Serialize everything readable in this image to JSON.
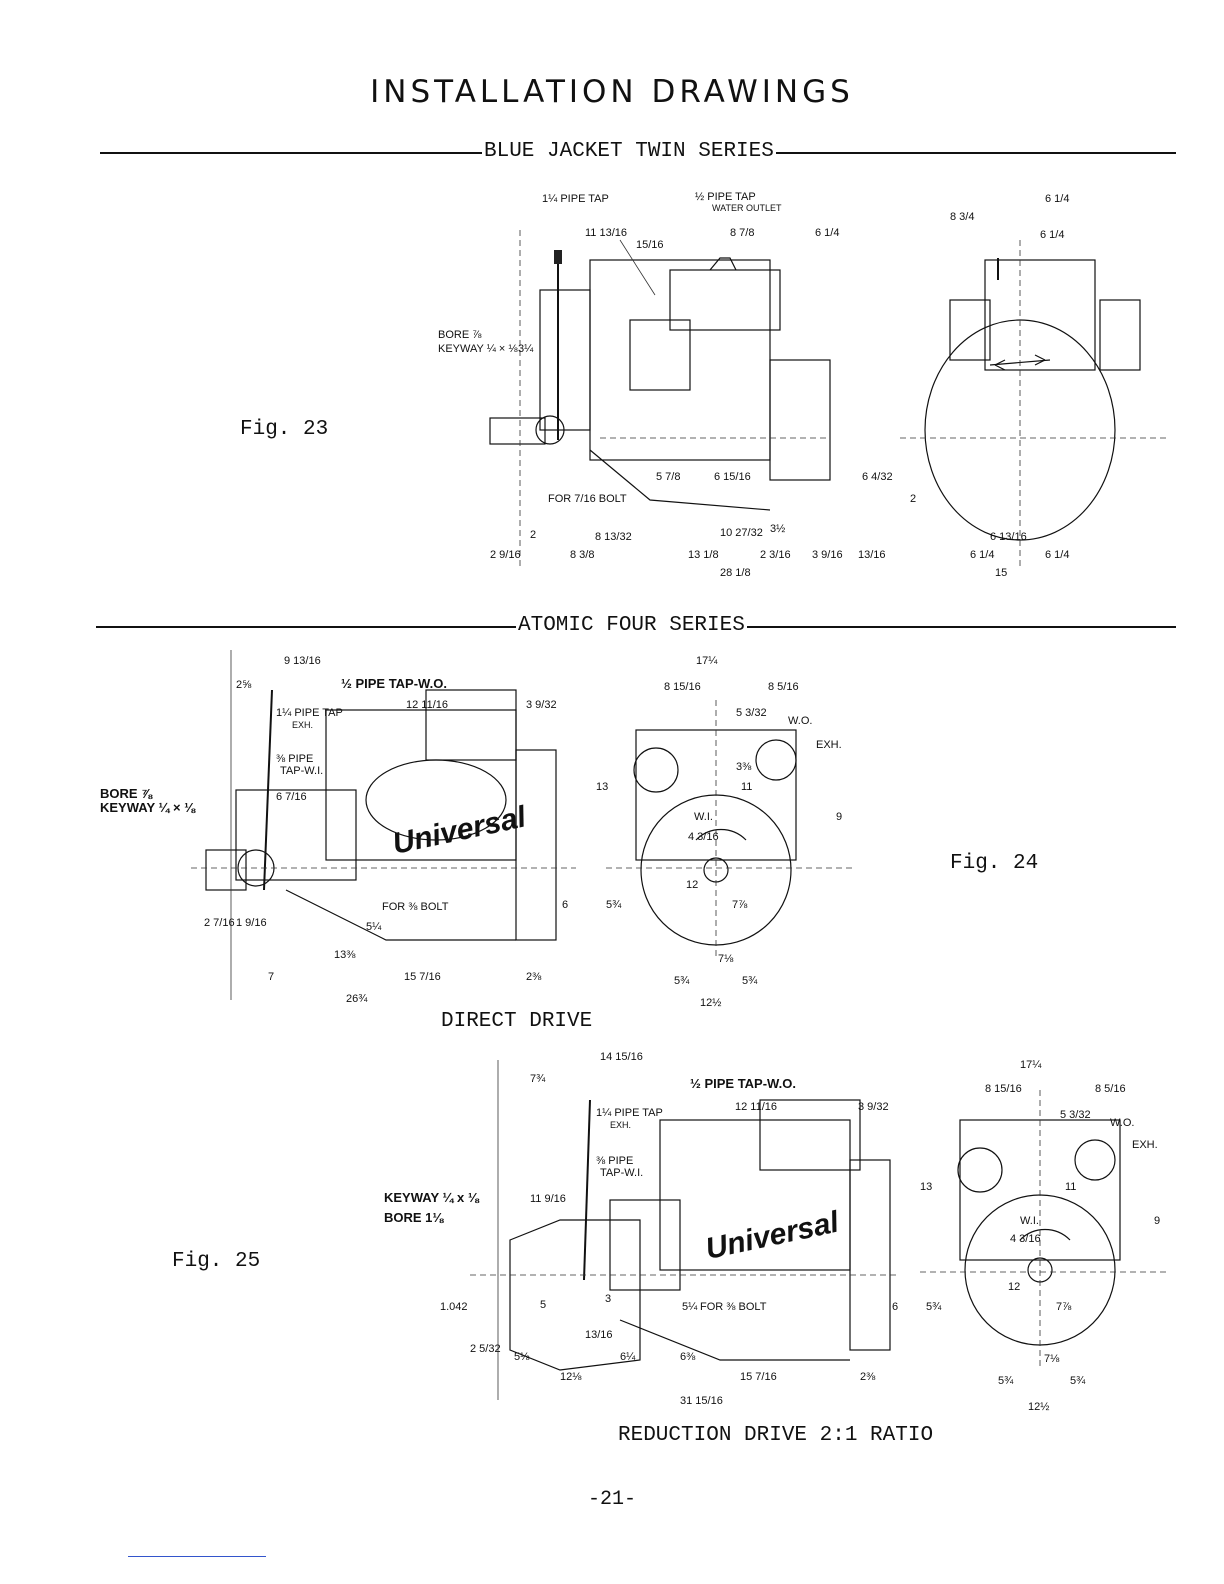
{
  "header": {
    "title": "INSTALLATION DRAWINGS"
  },
  "sections": {
    "blue_jacket": "BLUE JACKET TWIN SERIES",
    "atomic_four": "ATOMIC FOUR SERIES"
  },
  "figures": {
    "fig23": {
      "label": "Fig. 23",
      "labels": {
        "pipe_tap_1": "1¼ PIPE TAP",
        "pipe_tap_2": "½ PIPE TAP",
        "water_outlet": "WATER OUTLET",
        "bore": "BORE ⅞",
        "keyway": "KEYWAY ¼ × ⅛",
        "for_bolt": "FOR 7/16 BOLT"
      },
      "dims": {
        "d1": "11 13/16",
        "d2": "15/16",
        "d3": "8 7/8",
        "d4": "6 1/4",
        "d5": "3¼",
        "d6": "5 7/8",
        "d7": "6 15/16",
        "d8": "6 4/32",
        "d9": "2",
        "d10": "8 13/32",
        "d11": "10 27/32",
        "d12": "3½",
        "d13": "2 9/16",
        "d14": "8 3/8",
        "d15": "13 1/8",
        "d16": "2 3/16",
        "d17": "3 9/16",
        "d18": "13/16",
        "d19": "28 1/8",
        "d20": "8 3/4",
        "d21": "6 1/4",
        "d22": "6 1/4",
        "d23": "2",
        "d24": "6 13/16",
        "d25": "6 1/4",
        "d26": "6 1/4",
        "d27": "15"
      }
    },
    "fig24": {
      "label": "Fig. 24",
      "caption": "DIRECT DRIVE",
      "labels": {
        "pipe_tap_wo": "½ PIPE TAP-W.O.",
        "pipe_tap_exh": "1¼ PIPE TAP",
        "exh": "EXH.",
        "pipe_tap_wi": "⅜ PIPE",
        "tap_wi": "TAP-W.I.",
        "bore": "BORE ⅞",
        "keyway": "KEYWAY ¼ × ⅛",
        "for_bolt": "FOR ⅜ BOLT",
        "wo": "W.O.",
        "exh2": "EXH.",
        "wi": "W.I.",
        "brand": "Universal"
      },
      "dims": {
        "d1": "9 13/16",
        "d2": "2⅝",
        "d3": "12 11/16",
        "d4": "3 9/32",
        "d5": "6 7/16",
        "d6": "2 7/16",
        "d7": "1 9/16",
        "d8": "13⅜",
        "d9": "7",
        "d10": "15 7/16",
        "d11": "2⅜",
        "d12": "26¾",
        "d13": "5¼",
        "d14": "6",
        "d15": "17¼",
        "d16": "8 15/16",
        "d17": "8 5/16",
        "d18": "5 3/32",
        "d19": "13",
        "d20": "11",
        "d21": "3⅜",
        "d22": "9",
        "d23": "4 3/16",
        "d24": "12",
        "d25": "7⅞",
        "d26": "5¾",
        "d27": "7⅛",
        "d28": "5¾",
        "d29": "5¾",
        "d30": "12½"
      }
    },
    "fig25": {
      "label": "Fig. 25",
      "caption": "REDUCTION DRIVE 2:1 RATIO",
      "labels": {
        "pipe_tap_wo": "½ PIPE TAP-W.O.",
        "pipe_tap_exh": "1¼ PIPE TAP",
        "exh": "EXH.",
        "pipe_tap_wi": "⅜ PIPE",
        "tap_wi": "TAP-W.I.",
        "keyway": "KEYWAY ¼ x ⅛",
        "bore": "BORE 1⅛",
        "for_bolt": "FOR ⅜ BOLT",
        "wo": "W.O.",
        "exh2": "EXH.",
        "wi": "W.I.",
        "brand": "Universal"
      },
      "dims": {
        "d1": "14 15/16",
        "d2": "7¾",
        "d3": "12 11/16",
        "d4": "3 9/32",
        "d5": "11 9/16",
        "d6": "1.042",
        "d7": "5",
        "d8": "3",
        "d9": "5¼",
        "d10": "6",
        "d11": "13/16",
        "d12": "2 5/32",
        "d13": "5⅛",
        "d14": "6¼",
        "d15": "6⅜",
        "d16": "12⅛",
        "d17": "15 7/16",
        "d18": "2⅜",
        "d19": "31 15/16",
        "d20": "17¼",
        "d21": "8 15/16",
        "d22": "8 5/16",
        "d23": "5 3/32",
        "d24": "13",
        "d25": "11",
        "d26": "9",
        "d27": "4 3/16",
        "d28": "5¾",
        "d29": "12",
        "d30": "7⅞",
        "d31": "7⅛",
        "d32": "5¾",
        "d33": "5¾",
        "d34": "12½"
      }
    }
  },
  "footer": {
    "page_number": "-21-"
  }
}
